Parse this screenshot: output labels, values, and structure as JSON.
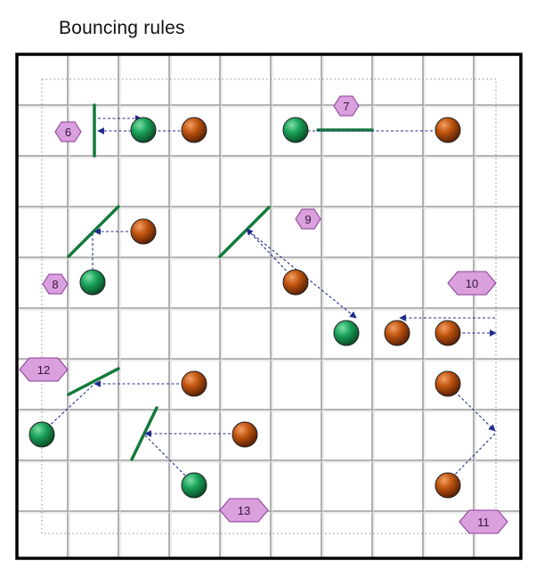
{
  "title": "Bouncing rules",
  "colors": {
    "green_ball": "#1aa35a",
    "orange_ball": "#c0550f",
    "mirror": "#137a3a",
    "arrow": "#1f2a8c",
    "badge_fill": "#d9a0dd",
    "badge_stroke": "#8a3a96",
    "grid": "#a8a8a8",
    "border": "#000000"
  },
  "badges": [
    {
      "label": "6"
    },
    {
      "label": "7"
    },
    {
      "label": "8"
    },
    {
      "label": "9"
    },
    {
      "label": "10"
    },
    {
      "label": "11"
    },
    {
      "label": "12"
    },
    {
      "label": "13"
    }
  ]
}
